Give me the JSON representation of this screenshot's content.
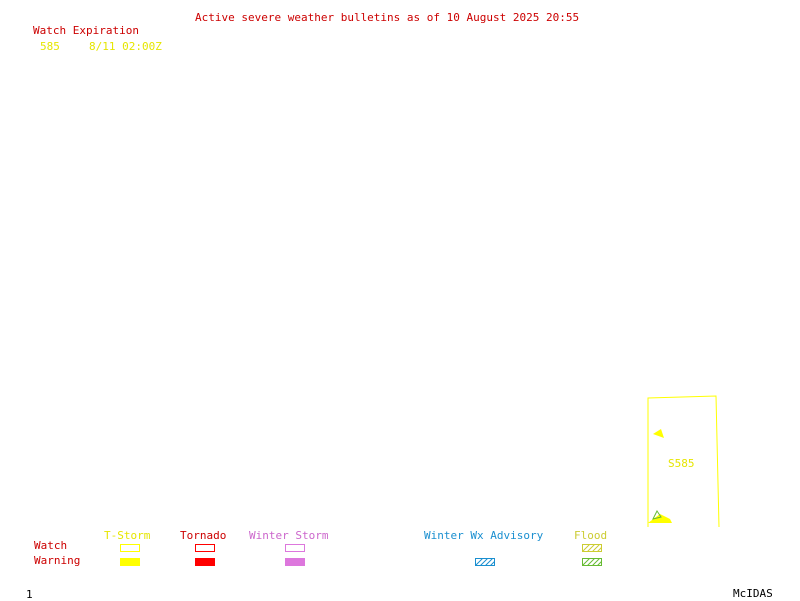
{
  "header": {
    "title": "Active severe weather bulletins as of 10 August 2025 20:55"
  },
  "watch_expiration": {
    "heading": "Watch Expiration",
    "rows": [
      {
        "id": "585",
        "time": "8/11 02:00Z"
      }
    ]
  },
  "map": {
    "watch_box_label": "S585"
  },
  "legend": {
    "row_watch": "Watch",
    "row_warning": "Warning",
    "columns": {
      "tstorm": "T-Storm",
      "tornado": "Tornado",
      "winter_storm": "Winter Storm",
      "winter_advisory": "Winter Wx Advisory",
      "flood": "Flood"
    }
  },
  "footer": {
    "page_number": "1",
    "brand": "McIDAS"
  },
  "colors": {
    "title": "#cc0000",
    "tstorm": "#ffff00",
    "tornado": "#ff0000",
    "winter_storm": "#dd77dd",
    "winter_advisory": "#1a8fd0",
    "flood": "#88cc33"
  }
}
